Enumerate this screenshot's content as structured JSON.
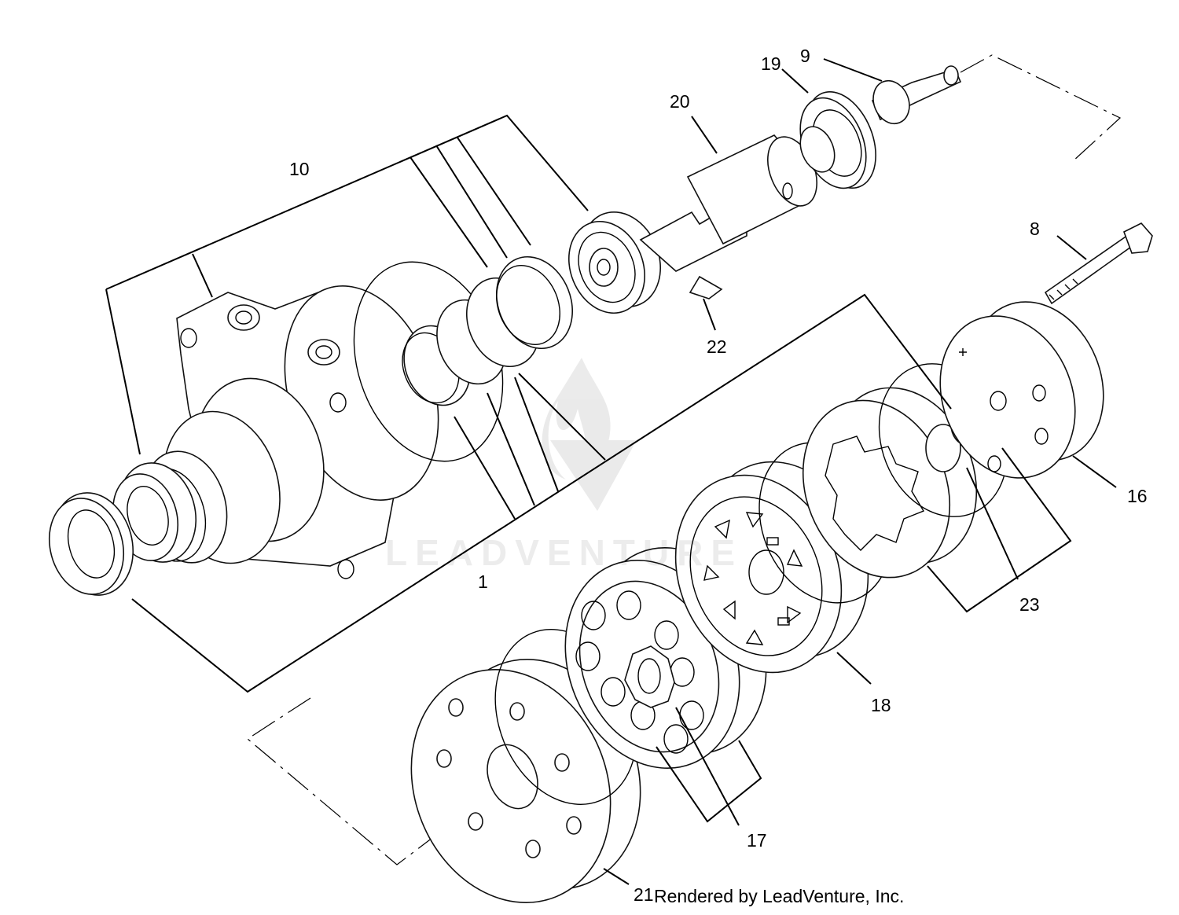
{
  "callouts": {
    "c1": "1",
    "c8": "8",
    "c9": "9",
    "c10": "10",
    "c16": "16",
    "c17": "17",
    "c18": "18",
    "c19": "19",
    "c20": "20",
    "c21": "21",
    "c22": "22",
    "c23": "23"
  },
  "credit": "Rendered by LeadVenture, Inc.",
  "watermark": "LEADVENTURE",
  "colors": {
    "line": "#000000",
    "background": "#ffffff"
  }
}
